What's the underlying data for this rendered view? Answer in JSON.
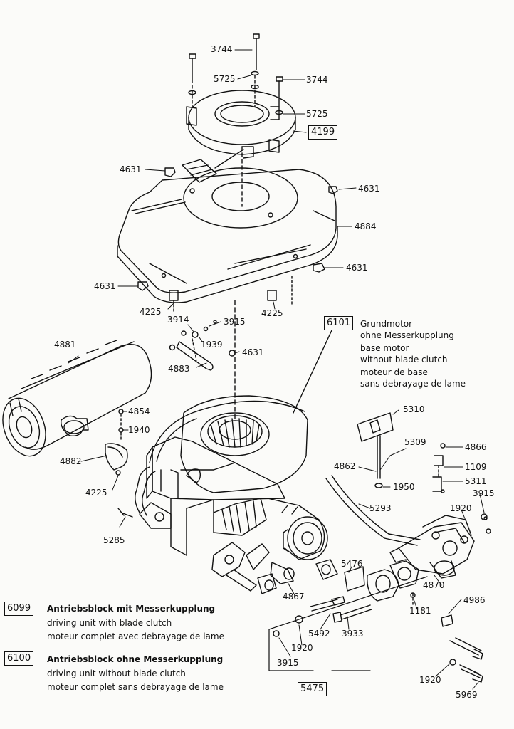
{
  "parts": {
    "p3744a": "3744",
    "p5725a": "5725",
    "p3744b": "3744",
    "p5725b": "5725",
    "p4199": "4199",
    "p4631a": "4631",
    "p4631b": "4631",
    "p4884": "4884",
    "p4631c": "4631",
    "p4631d": "4631",
    "p4225a": "4225",
    "p4225b": "4225",
    "p3914": "3914",
    "p3915a": "3915",
    "p1939": "1939",
    "p4883": "4883",
    "p4631e": "4631",
    "p4881": "4881",
    "p6101": "6101",
    "p4854": "4854",
    "p1940": "1940",
    "p4882": "4882",
    "p4225c": "4225",
    "p5285": "5285",
    "p5310": "5310",
    "p5309": "5309",
    "p4866": "4866",
    "p4862": "4862",
    "p1109": "1109",
    "p1950": "1950",
    "p5311": "5311",
    "p3915b": "3915",
    "p5293": "5293",
    "p1920a": "1920",
    "p5476": "5476",
    "p4867": "4867",
    "p4870": "4870",
    "p1181": "1181",
    "p4986": "4986",
    "p5492": "5492",
    "p3933": "3933",
    "p1920b": "1920",
    "p3915c": "3915",
    "p5475": "5475",
    "p1920c": "1920",
    "p5969": "5969"
  },
  "note_6101": [
    "Grundmotor",
    "ohne Messerkupplung",
    "base motor",
    "without blade clutch",
    "moteur de base",
    "sans debrayage de lame"
  ],
  "legend": [
    {
      "code": "6099",
      "lines": [
        "Antriebsblock mit Messerkupplung",
        "driving unit with blade clutch",
        "moteur complet avec debrayage de lame"
      ]
    },
    {
      "code": "6100",
      "lines": [
        "Antriebsblock ohne Messerkupplung",
        "driving unit without blade clutch",
        "moteur complet sans debrayage de lame"
      ]
    }
  ]
}
